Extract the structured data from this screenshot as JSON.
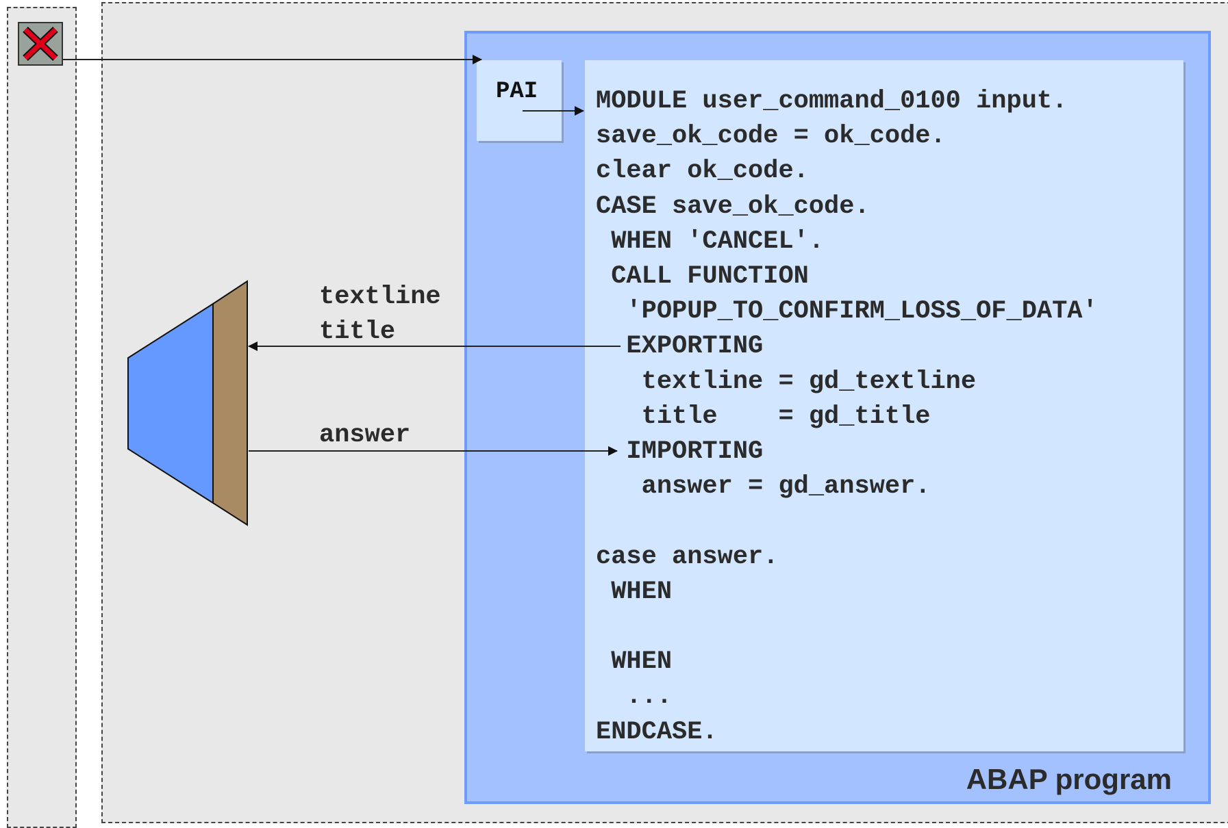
{
  "program_label": "ABAP program",
  "pai_label": "PAI",
  "code_lines": [
    "MODULE user_command_0100 input.",
    "save_ok_code = ok_code.",
    "clear ok_code.",
    "CASE save_ok_code.",
    " WHEN 'CANCEL'.",
    " CALL FUNCTION",
    "  'POPUP_TO_CONFIRM_LOSS_OF_DATA'",
    "  EXPORTING",
    "   textline = gd_textline",
    "   title    = gd_title",
    "  IMPORTING",
    "   answer = gd_answer.",
    "",
    "case answer.",
    " WHEN",
    "",
    " WHEN",
    "  ...",
    "ENDCASE."
  ],
  "params": {
    "textline": "textline",
    "title": "title",
    "answer": "answer"
  },
  "colors": {
    "program_bg": "#a3c0ff",
    "code_bg": "#d2e6ff",
    "popup_blue": "#6699ff",
    "popup_brown": "#a98b63",
    "close_red": "#e0001a"
  },
  "icons": {
    "close": "close-x-icon"
  }
}
